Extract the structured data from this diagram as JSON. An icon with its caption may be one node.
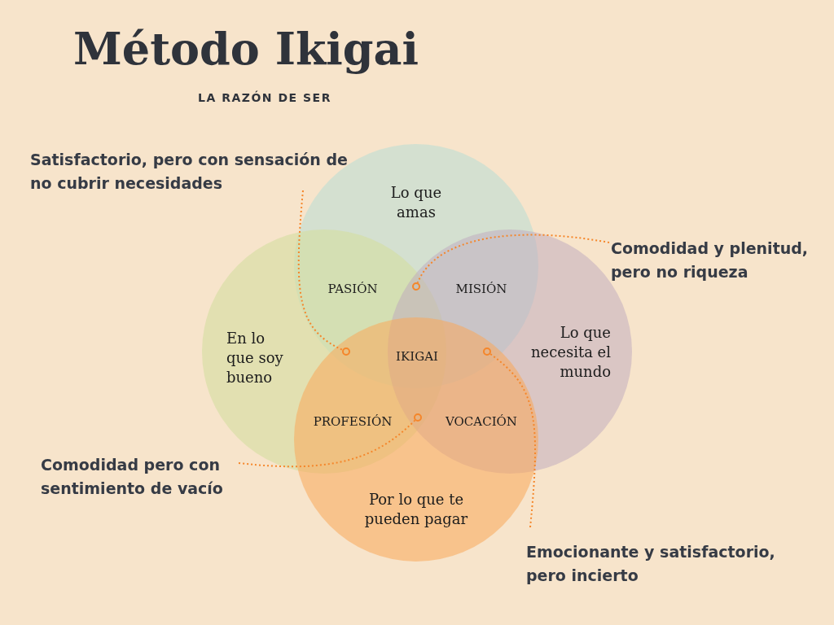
{
  "diagram": {
    "title": "Método Ikigai",
    "nodes": [
      {
        "text": [
          "Lo que amas"
        ]
      },
      {
        "text": [
          "En lo que soy bueno"
        ]
      },
      {
        "text": [
          "Lo que necesita el mundo"
        ]
      },
      {
        "text": [
          "Por lo que te pueden pagar"
        ]
      },
      {
        "text": [
          "Satisfactorio, pero con sensación de no cubrir necesidades"
        ]
      },
      {
        "text": [
          "Comodidad y plenitud, pero no riqueza"
        ]
      },
      {
        "text": [
          "Comodidad pero con sentimiento de vacío"
        ]
      },
      {
        "text": [
          "Emocionante y satisfactorio, pero incierto"
        ]
      },
      {
        "text": [],
        "shape": "circle"
      },
      {
        "text": [],
        "shape": "circle"
      },
      {
        "text": [],
        "shape": "circle"
      },
      {
        "text": [],
        "shape": "circle"
      }
    ],
    "edges": [
      {
        "from": 4,
        "to": 9,
        "arrow": "none"
      },
      {
        "from": 5,
        "to": 8,
        "arrow": "none"
      },
      {
        "from": 6,
        "to": 11,
        "arrow": "none"
      },
      {
        "from": 7,
        "to": 10,
        "arrow": "none"
      }
    ],
    "labels": [
      "LA RAZÓN DE SER",
      "PASIÓN",
      "MISIÓN",
      "IKIGAI",
      "PROFESIÓN",
      "VOCACIÓN"
    ]
  }
}
